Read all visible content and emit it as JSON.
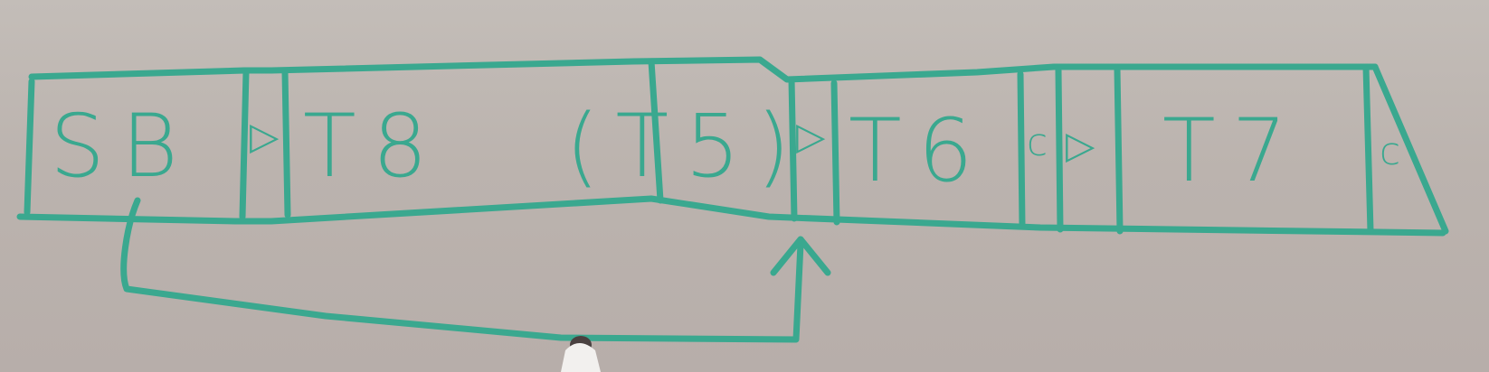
{
  "colors": {
    "marker": "#3aa88f",
    "board": "#bdb5b0",
    "marker_cap": "#f2f0ee",
    "marker_tip": "#4a4140"
  },
  "diagram": {
    "segments": [
      {
        "id": "sb",
        "label": "SB"
      },
      {
        "id": "t8",
        "label": "T8"
      },
      {
        "id": "t5",
        "label": "(T5)"
      },
      {
        "id": "t6",
        "label": "T6"
      },
      {
        "id": "t7",
        "label": "T7"
      }
    ],
    "markers": {
      "delta_1": "▷",
      "delta_2": "▷",
      "c_1": "c",
      "delta_3": "▷",
      "c_2": "c"
    }
  }
}
